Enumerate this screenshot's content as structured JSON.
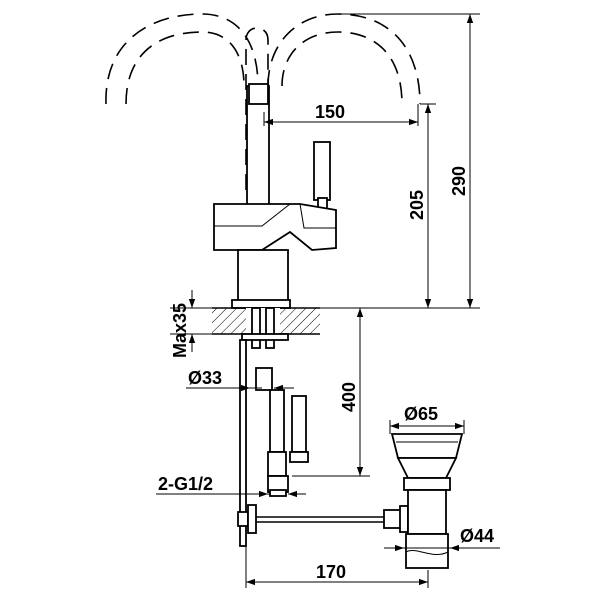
{
  "labels": {
    "dim_150": "150",
    "dim_205": "205",
    "dim_290": "290",
    "dim_max35": "Max35",
    "dim_d33": "Ø33",
    "dim_400": "400",
    "dim_d65": "Ø65",
    "dim_thread": "2-G1/2",
    "dim_d44": "Ø44",
    "dim_170": "170"
  }
}
